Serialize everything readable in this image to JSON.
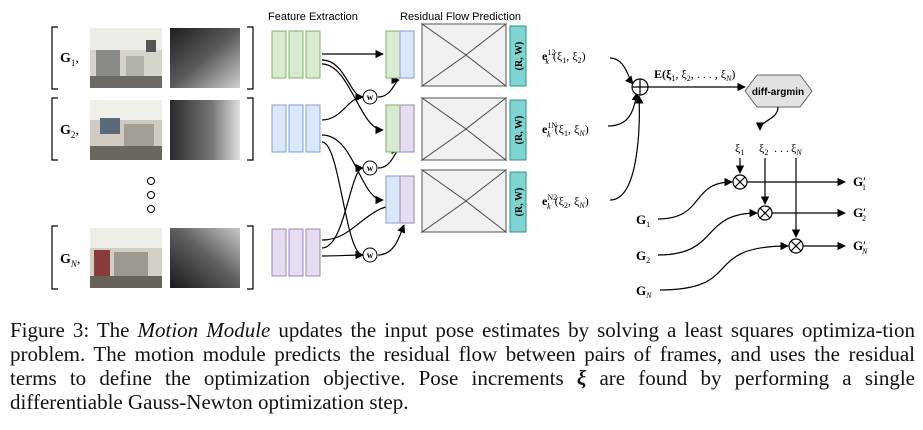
{
  "figure": {
    "stage_labels": [
      "Feature Extraction",
      "Residual Flow Prediction"
    ],
    "frames": [
      {
        "label": "G",
        "sub": "1",
        "suffix": ","
      },
      {
        "label": "G",
        "sub": "2",
        "suffix": ","
      },
      {
        "label": "G",
        "sub": "N",
        "suffix": ","
      }
    ],
    "warp_symbol": "w",
    "rw_label": "(R, W)",
    "residuals": [
      {
        "base": "e",
        "sub": "k",
        "sup": "12",
        "args": "(ξ",
        "a1": "1",
        "mid": ", ξ",
        "a2": "2",
        "close": ")"
      },
      {
        "base": "e",
        "sub": "k",
        "sup": "1N",
        "args": "(ξ",
        "a1": "1",
        "mid": ", ξ",
        "a2": "N",
        "close": ")"
      },
      {
        "base": "e",
        "sub": "k",
        "sup": "N2",
        "args": "(ξ",
        "a1": "2",
        "mid": ", ξ",
        "a2": "N",
        "close": ")"
      }
    ],
    "energy": {
      "text": "E(ξ",
      "s1": "1",
      "t2": ", ξ",
      "s2": "2",
      "t3": ", . . . , ξ",
      "s3": "N",
      "close": ")"
    },
    "diff_argmin": "diff-argmin",
    "xi_labels": [
      {
        "base": "ξ",
        "sub": "1"
      },
      {
        "base": "ξ",
        "sub": "2"
      },
      {
        "dots": ". . .",
        "base": "ξ",
        "sub": "N"
      }
    ],
    "inputs": [
      {
        "base": "G",
        "sub": "1"
      },
      {
        "base": "G",
        "sub": "2"
      },
      {
        "base": "G",
        "sub": "N"
      }
    ],
    "outputs": [
      {
        "base": "G",
        "prime": "′",
        "sub": "1"
      },
      {
        "base": "G",
        "prime": "′",
        "sub": "2"
      },
      {
        "base": "G",
        "prime": "′",
        "sub": "N"
      }
    ],
    "colors": {
      "green": "#d9ead3",
      "green_stroke": "#7fb36a",
      "blue": "#dbe8fb",
      "blue_stroke": "#7f9fd6",
      "purple": "#e6def0",
      "purple_stroke": "#9a86b8",
      "teal": "#7fd3d1",
      "teal_stroke": "#2f8f8c",
      "hourglass_fill": "#f1f1f1",
      "hourglass_stroke": "#555555"
    }
  },
  "caption": {
    "figure_label": "Figure 3: The ",
    "module_name": "Motion Module",
    "part1": " updates the input pose estimates by solving a least squares optimiza-tion problem. The motion module predicts the residual flow between pairs of frames, and uses the residual terms to define the optimization objective. Pose increments ",
    "xi_symbol": "ξ",
    "part2": " are found by performing a single differentiable Gauss-Newton optimization step."
  }
}
